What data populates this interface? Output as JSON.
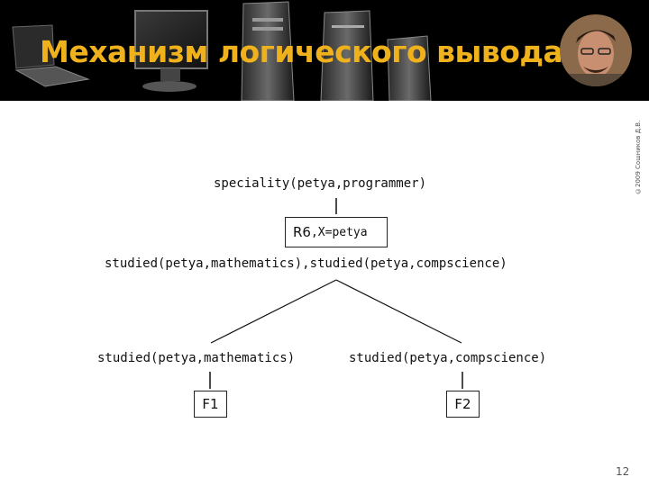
{
  "slide": {
    "title": "Механизм логического вывода",
    "copyright": "©2009 Сошников Д.В.",
    "page_number": "12"
  },
  "diagram": {
    "root": "speciality(petya,programmer)",
    "rule_box": {
      "rule": "R6",
      "binding": ",X=petya"
    },
    "conjunction": "studied(petya,mathematics),studied(petya,compscience)",
    "left_goal": "studied(petya,mathematics)",
    "right_goal": "studied(petya,compscience)",
    "left_fact": "F1",
    "right_fact": "F2"
  }
}
